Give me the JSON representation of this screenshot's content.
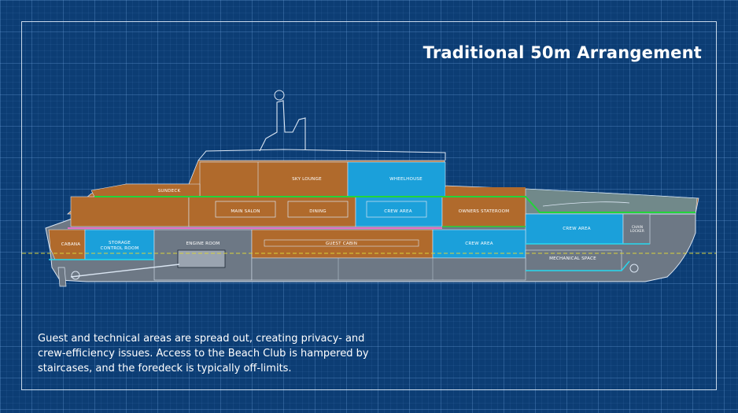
{
  "title": "Traditional 50m Arrangement",
  "caption": "Guest and technical areas are spread out, creating privacy- and crew-efficiency issues. Access to the Beach Club is hampered by staircases, and the foredeck is typically off-limits.",
  "labels": {
    "sky_lounge": "SKY LOUNGE",
    "wheelhouse": "WHEELHOUSE",
    "sundeck": "SUNDECK",
    "main_salon": "MAIN SALON",
    "dining": "DINING",
    "crew_area_upper": "CREW AREA",
    "owners_stateroom": "OWNERS STATEROOM",
    "crew_area_fwd": "CREW AREA",
    "chain_locker_1": "CHAIN",
    "chain_locker_2": "LOCKER",
    "cabana": "CABANA",
    "storage_1": "STORAGE",
    "storage_2": "CONTROL ROOM",
    "engine_room": "ENGINE ROOM",
    "guest_cabin": "GUEST CABIN",
    "crew_area_lower": "CREW AREA",
    "mechanical_space": "MECHANICAL SPACE"
  },
  "colors": {
    "guest": "#b06a2c",
    "crew": "#1ba0da",
    "technical": "#7f8a99",
    "deck_line_green": "#22d43a",
    "deck_line_pink": "#e86fc6",
    "waterline": "#d9d23a",
    "outline": "#dbe6f3"
  }
}
